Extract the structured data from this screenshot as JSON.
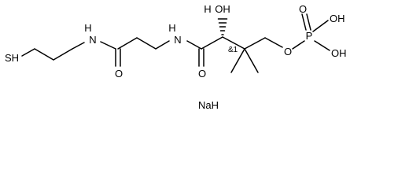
{
  "molecule": {
    "atom_labels": {
      "thiol": "SH",
      "amide_nh_1": "N",
      "amide_nh_1_h": "H",
      "amide_nh_2": "N",
      "amide_nh_2_h": "H",
      "carbonyl_o_1": "O",
      "carbonyl_o_2": "O",
      "hydroxyl": "OH",
      "hydroxyl_h": "H",
      "ester_o": "O",
      "phosphorus": "P",
      "phosphoryl_o": "O",
      "phosphate_oh_1": "OH",
      "phosphate_oh_2": "OH"
    },
    "stereo_label": "&1",
    "counterion": "NaH"
  }
}
